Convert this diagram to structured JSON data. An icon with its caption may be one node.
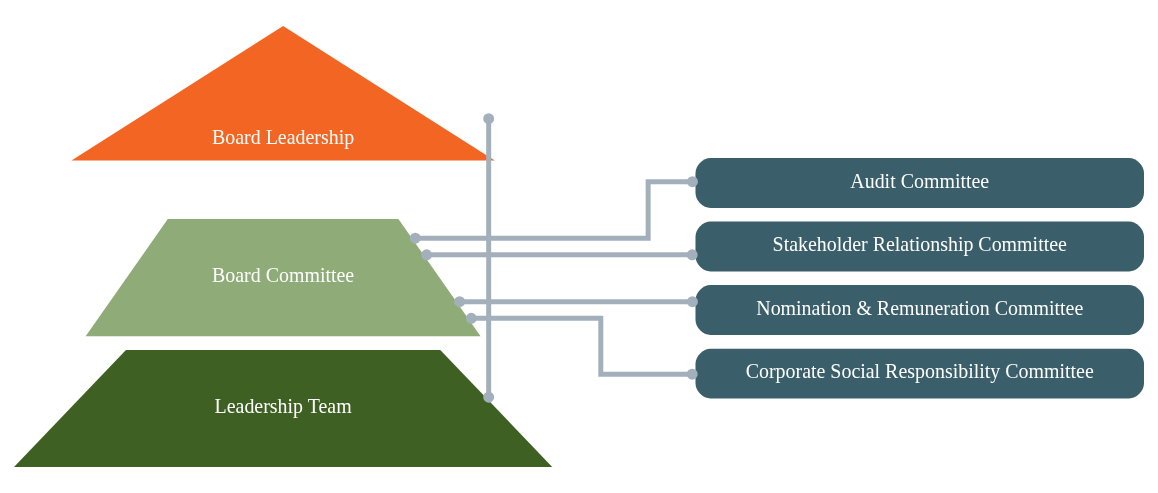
{
  "diagram": {
    "nodes": [
      {
        "text": [
          "Board Leadership"
        ]
      },
      {
        "text": [
          "Board Committee"
        ]
      },
      {
        "text": [
          "Leadership Team"
        ]
      },
      {
        "text": [
          "Audit Committee"
        ]
      },
      {
        "text": [
          "Stakeholder Relationship Committee"
        ]
      },
      {
        "text": [
          "Nomination & Remuneration Committee"
        ]
      },
      {
        "text": [
          "Corporate Social Responsibility Committee"
        ]
      }
    ],
    "edges": [
      {
        "from": 0,
        "to": 2,
        "arrow": "other"
      },
      {
        "from": 1,
        "to": 3,
        "arrow": "other"
      },
      {
        "from": 1,
        "to": 4,
        "arrow": "other"
      },
      {
        "from": 1,
        "to": 5,
        "arrow": "other"
      },
      {
        "from": 1,
        "to": 6,
        "arrow": "other"
      }
    ]
  }
}
